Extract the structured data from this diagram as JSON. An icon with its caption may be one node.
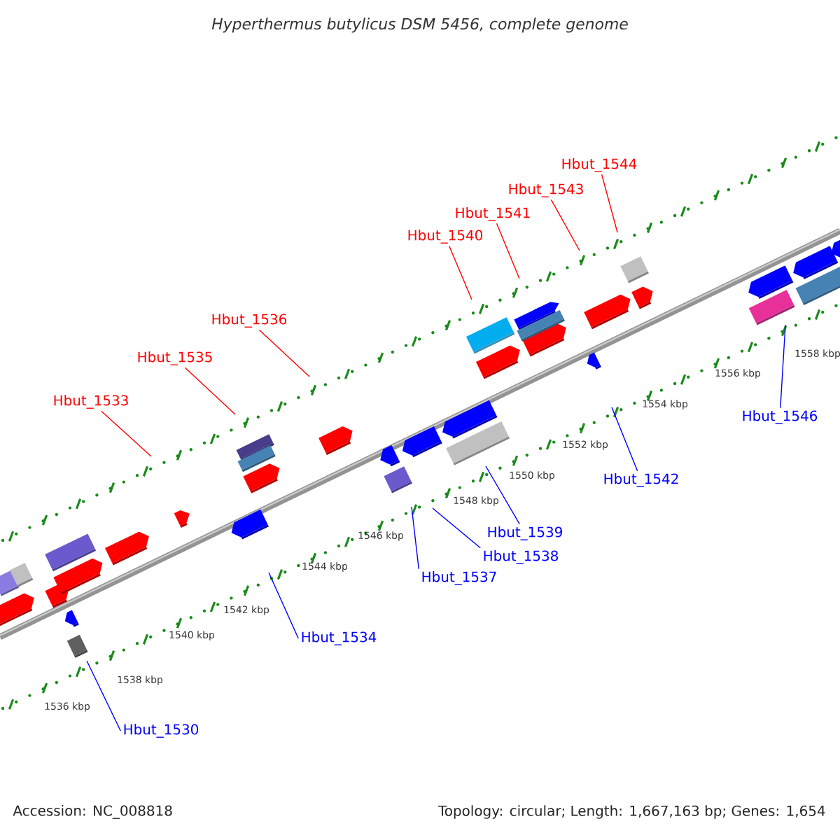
{
  "diagram": {
    "title": "Hyperthermus butylicus DSM 5456, complete genome",
    "nodes": [
      {
        "text": [
          "Hbut_1544"
        ]
      },
      {
        "text": [
          "Hbut_1543"
        ]
      },
      {
        "text": [
          "Hbut_1541"
        ]
      },
      {
        "text": [
          "Hbut_1540"
        ]
      },
      {
        "text": [
          "Hbut_1536"
        ]
      },
      {
        "text": [
          "Hbut_1535"
        ]
      },
      {
        "text": [
          "Hbut_1533"
        ]
      },
      {
        "text": [
          "Hbut_1546"
        ]
      },
      {
        "text": [
          "Hbut_1542"
        ]
      },
      {
        "text": [
          "Hbut_1539"
        ]
      },
      {
        "text": [
          "Hbut_1538"
        ]
      },
      {
        "text": [
          "Hbut_1537"
        ]
      },
      {
        "text": [
          "Hbut_1534"
        ]
      },
      {
        "text": [
          "Hbut_1530"
        ]
      }
    ],
    "edges": [
      {
        "from": 0,
        "to": null,
        "arrow": "none",
        "color": "#ff0000"
      },
      {
        "from": 1,
        "to": null,
        "arrow": "none",
        "color": "#ff0000"
      },
      {
        "from": 2,
        "to": null,
        "arrow": "none",
        "color": "#ff0000"
      },
      {
        "from": 3,
        "to": null,
        "arrow": "none",
        "color": "#ff0000"
      },
      {
        "from": 4,
        "to": null,
        "arrow": "none",
        "color": "#ff0000"
      },
      {
        "from": 5,
        "to": null,
        "arrow": "none",
        "color": "#ff0000"
      },
      {
        "from": 6,
        "to": null,
        "arrow": "none",
        "color": "#ff0000"
      },
      {
        "from": 7,
        "to": null,
        "arrow": "none",
        "color": "#0000ff"
      },
      {
        "from": 8,
        "to": null,
        "arrow": "none",
        "color": "#0000ff"
      },
      {
        "from": 9,
        "to": null,
        "arrow": "none",
        "color": "#0000ff"
      },
      {
        "from": 10,
        "to": null,
        "arrow": "none",
        "color": "#0000ff"
      },
      {
        "from": 11,
        "to": null,
        "arrow": "none",
        "color": "#0000ff"
      },
      {
        "from": 12,
        "to": null,
        "arrow": "none",
        "color": "#0000ff"
      },
      {
        "from": 13,
        "to": null,
        "arrow": "none",
        "color": "#0000ff"
      }
    ],
    "labels": [
      "1558 kbp",
      "1556 kbp",
      "1554 kbp",
      "1552 kbp",
      "1550 kbp",
      "1548 kbp",
      "1546 kbp",
      "1544 kbp",
      "1542 kbp",
      "1540 kbp",
      "1538 kbp",
      "1536 kbp",
      "Accession: NC_008818",
      "Topology: circular; Length: 1,667,163 bp; Genes: 1,654"
    ]
  }
}
